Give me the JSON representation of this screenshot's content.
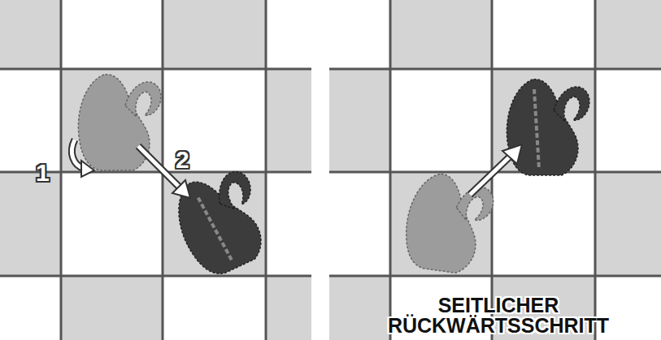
{
  "diagram": {
    "caption": "SEITLICHER RÜCKWÄRTSSCHRITT",
    "labels": [
      "1",
      "2"
    ]
  }
}
